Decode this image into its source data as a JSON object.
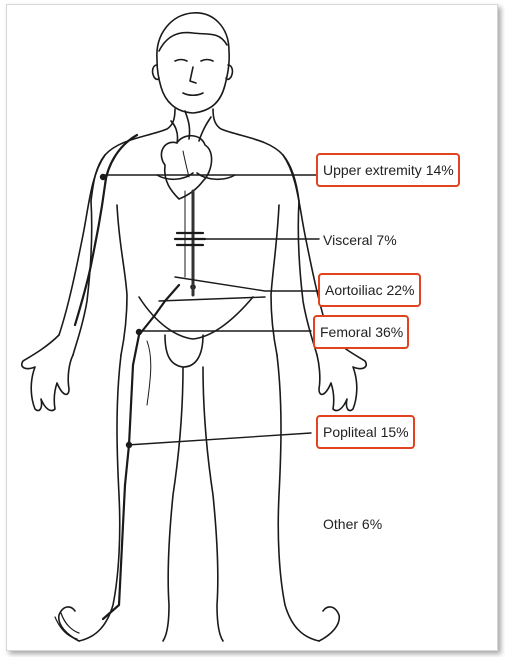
{
  "labels": {
    "upper_extremity": "Upper extremity 14%",
    "visceral": "Visceral 7%",
    "aortoiliac": "Aortoiliac 22%",
    "femoral": "Femoral 36%",
    "popliteal": "Popliteal 15%",
    "other": "Other 6%"
  },
  "colors": {
    "highlight_border": "#e0431f",
    "line": "#1a1a1a"
  }
}
